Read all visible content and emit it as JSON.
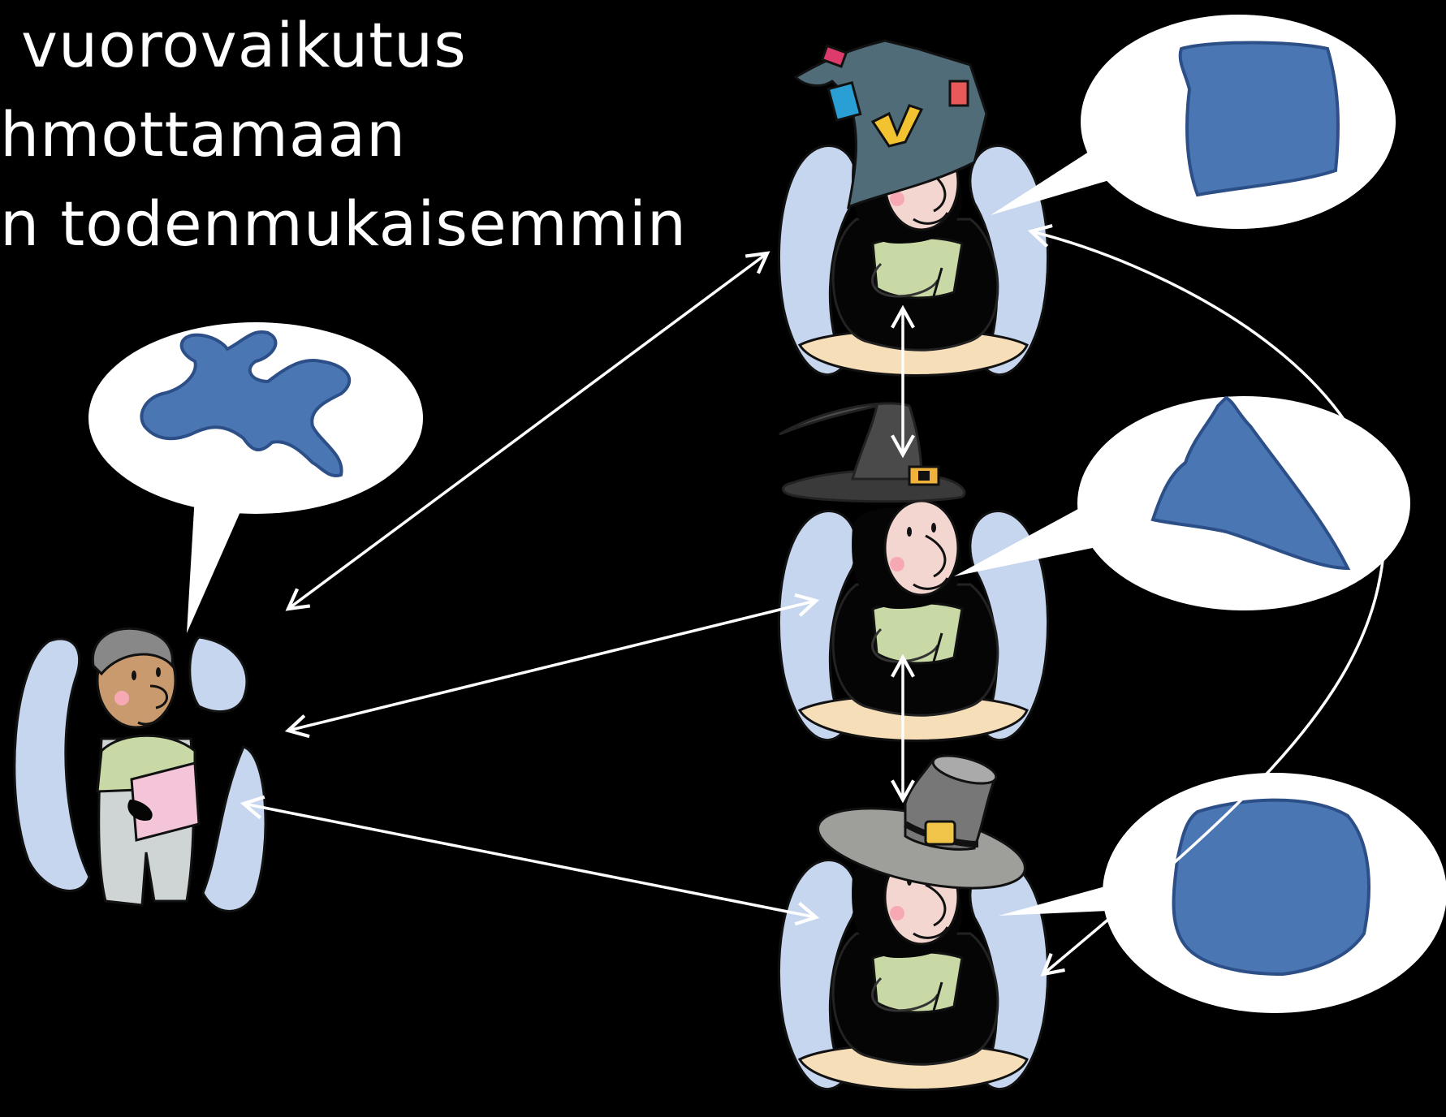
{
  "caption": {
    "line1": "vuorovaikutus",
    "line2": "hmottamaan",
    "line3": "n todenmukaisemmin"
  },
  "colors": {
    "background": "#000000",
    "text": "#ffffff",
    "shape_fill": "#4a76b4",
    "shape_stroke": "#2c4f88",
    "figure_glow": "#c6d6ee",
    "skin": "#f3d6d0",
    "shirt": "#c8d9a6",
    "base": "#f5deb8",
    "arrow": "#ffffff"
  },
  "figures": {
    "reader": {
      "icon": "reader-with-book-icon",
      "thought_shape": "irregular-blob"
    },
    "top_wizard": {
      "icon": "patched-wizard-hat-figure-icon",
      "thought_shape": "rounded-square"
    },
    "middle_witch": {
      "icon": "witch-hat-figure-icon",
      "thought_shape": "triangle"
    },
    "bottom_pilgrim": {
      "icon": "pilgrim-hat-figure-icon",
      "thought_shape": "circle-blob"
    }
  }
}
